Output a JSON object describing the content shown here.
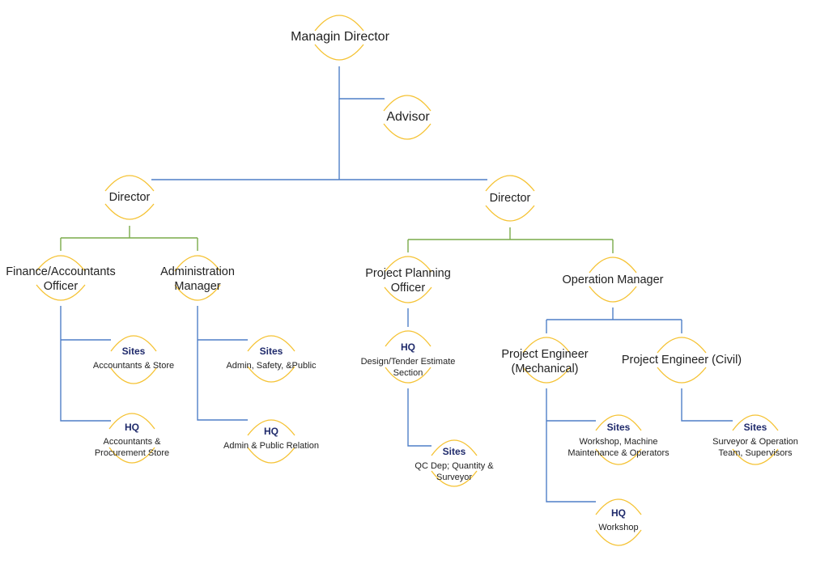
{
  "colors": {
    "arc": "#f5c232",
    "connector_blue": "#4f7fc7",
    "connector_green": "#7aab4a",
    "heading": "#1f2a6b"
  },
  "nodes": {
    "managing_director": {
      "title": "Managin Director"
    },
    "advisor": {
      "title": "Advisor"
    },
    "director_left": {
      "title": "Director"
    },
    "director_right": {
      "title": "Director"
    },
    "finance_officer": {
      "line1": "Finance/Accountants",
      "line2": "Officer"
    },
    "admin_manager": {
      "line1": "Administration",
      "line2": "Manager"
    },
    "project_planning_officer": {
      "line1": "Project Planning",
      "line2": "Officer"
    },
    "operation_manager": {
      "title": "Operation Manager"
    },
    "project_engineer_mech": {
      "line1": "Project Engineer",
      "line2": "(Mechanical)"
    },
    "project_engineer_civil": {
      "title": "Project Engineer (Civil)"
    },
    "finance_sites": {
      "heading": "Sites",
      "line1": "Accountants & Store"
    },
    "finance_hq": {
      "heading": "HQ",
      "line1": "Accountants &",
      "line2": "Procurement Store"
    },
    "admin_sites": {
      "heading": "Sites",
      "line1": "Admin, Safety, &Public"
    },
    "admin_hq": {
      "heading": "HQ",
      "line1": "Admin & Public Relation"
    },
    "planning_hq": {
      "heading": "HQ",
      "line1": "Design/Tender Estimate",
      "line2": "Section"
    },
    "planning_sites": {
      "heading": "Sites",
      "line1": "QC Dep; Quantity &",
      "line2": "Surveyor"
    },
    "mech_sites": {
      "heading": "Sites",
      "line1": "Workshop, Machine",
      "line2": "Maintenance & Operators"
    },
    "mech_hq": {
      "heading": "HQ",
      "line1": "Workshop"
    },
    "civil_sites": {
      "heading": "Sites",
      "line1": "Surveyor & Operation",
      "line2": "Team, Supervisors"
    }
  }
}
